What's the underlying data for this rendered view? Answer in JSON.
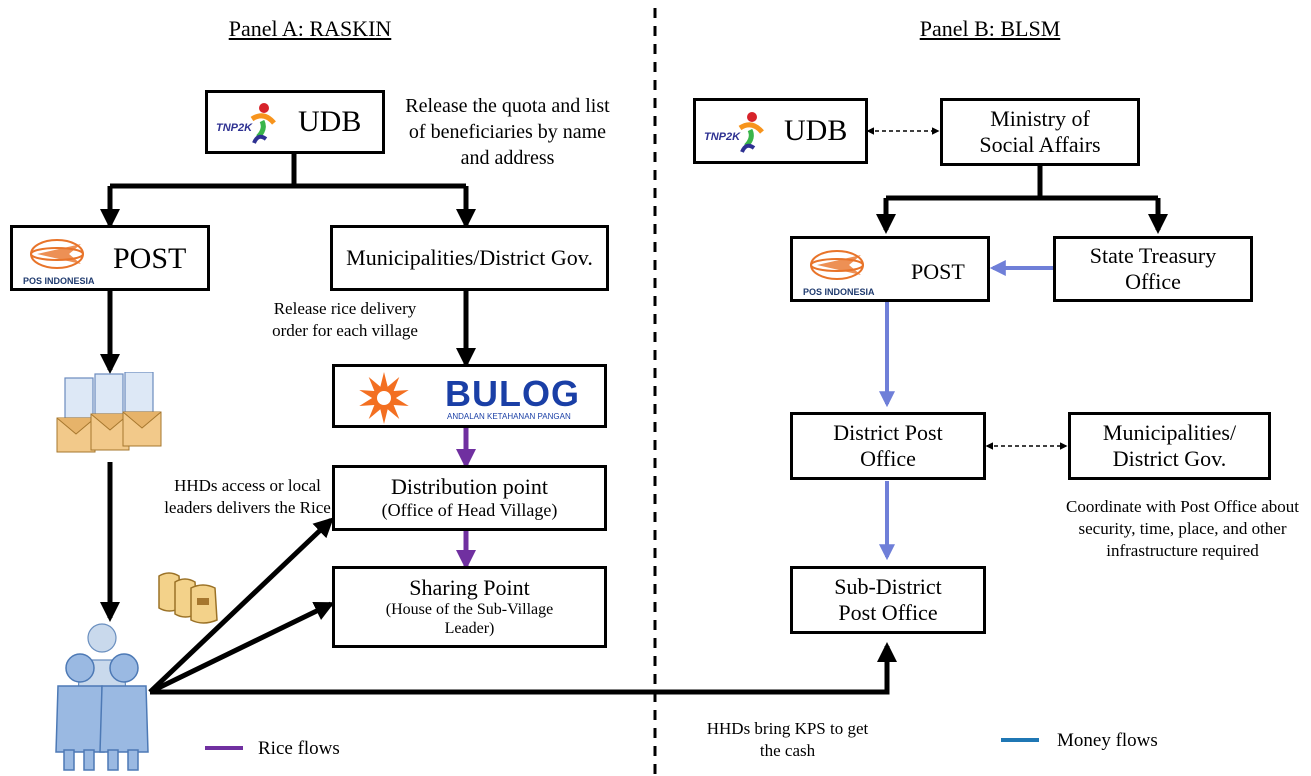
{
  "panel_a": {
    "title": "Panel A: RASKIN",
    "udb_logo_text": "TNP2K",
    "udb_label": "UDB",
    "udb_note": "Release the quota and list of beneficiaries by name and address",
    "post_logo_text": "POS INDONESIA",
    "post_label": "POST",
    "municipal_label": "Municipalities/District Gov.",
    "municipal_note": "Release rice delivery order for each village",
    "bulog_name": "BULOG",
    "bulog_tagline": "ANDALAN KETAHANAN PANGAN",
    "distribution_title": "Distribution point",
    "distribution_sub": "(Office of Head Village)",
    "sharing_title": "Sharing Point",
    "sharing_sub": "(House of the Sub-Village Leader)",
    "hhd_note": "HHDs  access or local leaders delivers the Rice",
    "legend_rice": "Rice flows"
  },
  "panel_b": {
    "title": "Panel B: BLSM",
    "udb_logo_text": "TNP2K",
    "udb_label": "UDB",
    "ministry_label": "Ministry of Social Affairs",
    "post_logo_text": "POS INDONESIA",
    "post_label": "POST",
    "treasury_label": "State Treasury Office",
    "district_post_label": "District Post Office",
    "municipal_label": "Municipalities/ District Gov.",
    "coordinate_note": "Coordinate with Post Office about security, time, place, and other infrastructure required",
    "subdistrict_post_label": "Sub-District Post Office",
    "kps_note": "HHDs  bring KPS to get the cash",
    "legend_money": "Money flows"
  },
  "colors": {
    "rice_flow": "#7030a0",
    "money_flow": "#6f7fd8",
    "money_legend": "#1f77b4",
    "line": "#000000",
    "bulog_blue": "#1a3fa6",
    "bulog_orange": "#f36f21",
    "pos_orange": "#e8742a",
    "tnp2k_red": "#d7232a",
    "tnp2k_orange": "#f7941d",
    "tnp2k_green": "#39b54a",
    "tnp2k_blue": "#2e3192"
  }
}
